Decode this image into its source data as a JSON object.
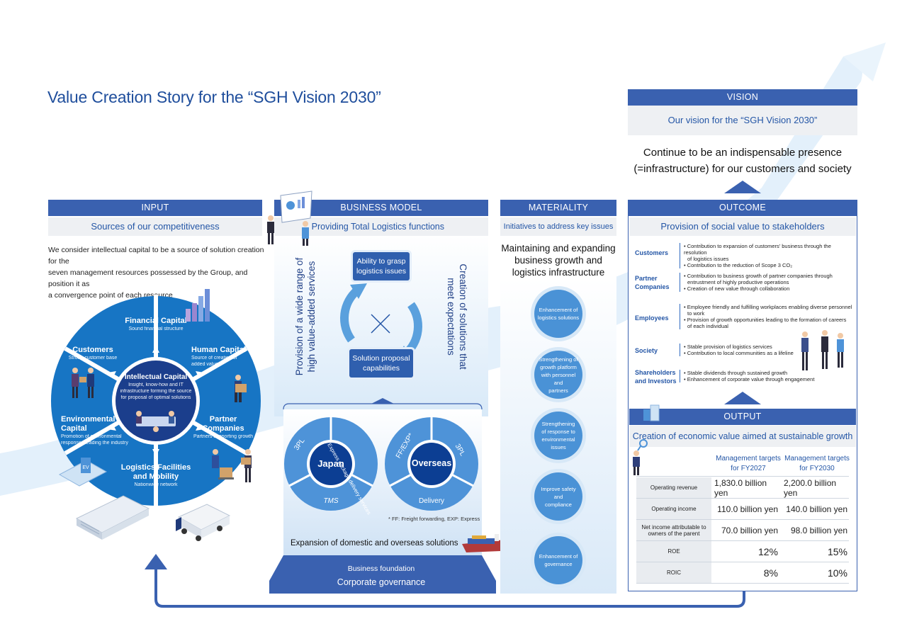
{
  "title": "Value Creation Story for the “SGH Vision 2030”",
  "vision": {
    "header": "VISION",
    "subheader": "Our vision for the “SGH Vision 2030”",
    "statement_line1": "Continue to be an indispensable presence",
    "statement_line2": "(=infrastructure) for our customers and society"
  },
  "input": {
    "header": "INPUT",
    "subheader": "Sources of our competitiveness",
    "description_line1": "We consider intellectual capital to be a source of solution creation for the",
    "description_line2": "seven management resources possessed by the Group, and position it as",
    "description_line3": "a convergence point of each resource",
    "center": {
      "title": "Intellectual Capital",
      "text_line1": "Insight, know-how and IT",
      "text_line2": "infrastructure forming the source",
      "text_line3": "for proposal of optimal solutions"
    },
    "segments": {
      "financial": {
        "title": "Financial Capital",
        "text": "Sound financial structure"
      },
      "human": {
        "title": "Human Capital",
        "text_line1": "Source of creation of",
        "text_line2": "added value"
      },
      "partner": {
        "title_line1": "Partner",
        "title_line2": "Companies",
        "text": "Partners supporting growth"
      },
      "logistics": {
        "title_line1": "Logistics Facilities",
        "title_line2": "and Mobility",
        "text": "Nationwide network"
      },
      "environmental": {
        "title_line1": "Environmental",
        "title_line2": "Capital",
        "text_line1": "Promotion of environmental",
        "text_line2": "responses leading the industry"
      },
      "customers": {
        "title": "Customers",
        "text": "Strong customer base"
      }
    }
  },
  "business_model": {
    "header": "BUSINESS MODEL",
    "subheader": "Providing Total Logistics functions",
    "left_vertical_line1": "Provision of a wide range of",
    "left_vertical_line2": "high value-added services",
    "right_vertical_line1": "Creation of solutions that",
    "right_vertical_line2": "meet expectations",
    "top_box_line1": "Ability to grasp",
    "top_box_line2": "logistics issues",
    "bottom_box_line1": "Solution proposal",
    "bottom_box_line2": "capabilities",
    "cross_symbol": "×",
    "japan": {
      "center": "Japan",
      "seg1": "3PL",
      "seg2": "Express package delivery services",
      "seg3": "TMS"
    },
    "overseas": {
      "center": "Overseas",
      "seg1": "FF/EXP*",
      "seg2": "3PL",
      "seg3": "Delivery"
    },
    "footnote": "* FF: Freight forwarding, EXP: Express",
    "expansion": "Expansion of domestic and overseas solutions",
    "foundation_label": "Business foundation",
    "governance": "Corporate governance"
  },
  "materiality": {
    "header": "MATERIALITY",
    "subheader": "Initiatives to address key issues",
    "heading_line1": "Maintaining and expanding",
    "heading_line2": "business growth and",
    "heading_line3": "logistics infrastructure",
    "items": [
      {
        "line1": "Enhancement of",
        "line2": "logistics solutions"
      },
      {
        "line1": "Strengthening of",
        "line2": "growth platform",
        "line3": "with personnel and",
        "line4": "partners"
      },
      {
        "line1": "Strengthening",
        "line2": "of response to",
        "line3": "environmental",
        "line4": "issues"
      },
      {
        "line1": "Improve safety and",
        "line2": "compliance"
      },
      {
        "line1": "Enhancement of",
        "line2": "governance"
      }
    ]
  },
  "outcome": {
    "header": "OUTCOME",
    "subheader": "Provision of social value to stakeholders",
    "rows": [
      {
        "label_line1": "Customers",
        "label_line2": "",
        "b1": "• Contribution to expansion of customers’ business through the resolution",
        "b1b": "  of logistics issues",
        "b2": "• Contribution to the reduction of Scope 3 CO₂",
        "b2b": ""
      },
      {
        "label_line1": "Partner",
        "label_line2": "Companies",
        "b1": "• Contribution to business growth of partner companies through",
        "b1b": "  entrustment of highly productive operations",
        "b2": "• Creation of new value through collaboration",
        "b2b": ""
      },
      {
        "label_line1": "Employees",
        "label_line2": "",
        "b1": "• Employee friendly and fulfilling workplaces enabling diverse personnel",
        "b1b": "  to work",
        "b2": "• Provision of growth opportunities leading to the formation of careers",
        "b2b": "  of each individual"
      },
      {
        "label_line1": "Society",
        "label_line2": "",
        "b1": "• Stable provision of logistics services",
        "b1b": "",
        "b2": "• Contribution to local communities as a lifeline",
        "b2b": ""
      },
      {
        "label_line1": "Shareholders",
        "label_line2": "and Investors",
        "b1": "• Stable dividends through sustained growth",
        "b1b": "",
        "b2": "• Enhancement of corporate value through engagement",
        "b2b": ""
      }
    ]
  },
  "output": {
    "header": "OUTPUT",
    "subheader": "Creation of economic value aimed at sustainable growth",
    "col1_line1": "Management targets",
    "col1_line2": "for FY2027",
    "col2_line1": "Management targets",
    "col2_line2": "for FY2030",
    "rows": [
      {
        "label_line1": "Operating revenue",
        "label_line2": "",
        "fy2027": "1,830.0 billion yen",
        "fy2030": "2,200.0 billion yen"
      },
      {
        "label_line1": "Operating income",
        "label_line2": "",
        "fy2027": "110.0 billion yen",
        "fy2030": "140.0 billion yen"
      },
      {
        "label_line1": "Net income attributable to",
        "label_line2": "owners of the parent",
        "fy2027": "70.0 billion yen",
        "fy2030": "98.0 billion yen"
      },
      {
        "label_line1": "ROE",
        "label_line2": "",
        "fy2027": "12%",
        "fy2030": "15%"
      },
      {
        "label_line1": "ROIC",
        "label_line2": "",
        "fy2027": "8%",
        "fy2030": "10%"
      }
    ]
  },
  "colors": {
    "primary": "#3a61b0",
    "title": "#1f4e9c",
    "wheel": "#1775c4",
    "wheel_center": "#1b3e8c",
    "ring": "#4e93d8",
    "ring_dark": "#0c3e93",
    "light_bg": "#eef0f3",
    "swoosh": "#dfeefa"
  },
  "icons": [
    "cross-icon",
    "cycle-arrow-icon",
    "up-arrow-icon",
    "return-arrow-icon",
    "ship-icon",
    "truck-icon",
    "building-icon",
    "ev-charger-icon"
  ]
}
